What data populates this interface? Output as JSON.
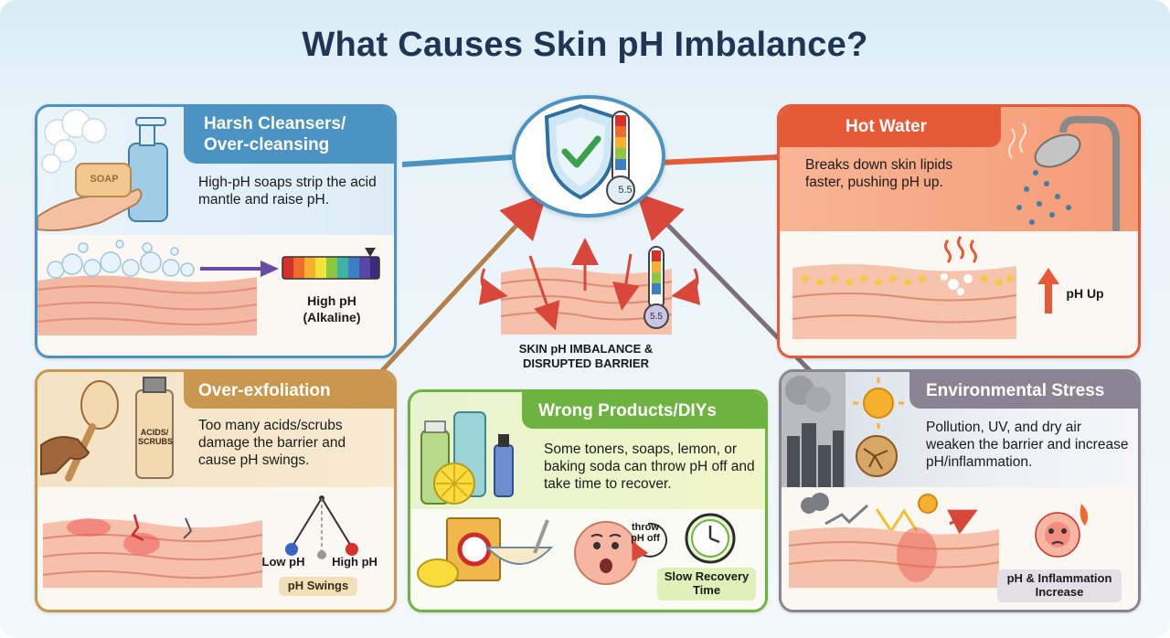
{
  "title": "What Causes Skin pH Imbalance?",
  "center": {
    "meter_value": "5.5",
    "skin_meter_value": "5.5",
    "caption": "SKIN pH IMBALANCE & DISRUPTED BARRIER"
  },
  "panels": {
    "harsh": {
      "heading": "Harsh Cleansers/ Over-cleansing",
      "body": "High-pH soaps strip the acid mantle and raise pH.",
      "soap_label": "SOAP",
      "result": "High pH (Alkaline)",
      "color": "#4a93c2"
    },
    "hot": {
      "heading": "Hot Water",
      "body": "Breaks down skin lipids faster, pushing pH up.",
      "result": "pH Up",
      "color": "#e55a37"
    },
    "exfol": {
      "heading": "Over-exfoliation",
      "body": "Too many acids/scrubs damage the barrier and cause pH swings.",
      "bottle_label": "ACIDS/ SCRUBS",
      "low": "Low pH",
      "high": "High pH",
      "swings": "pH Swings",
      "color": "#c9974e"
    },
    "wrong": {
      "heading": "Wrong Products/DIYs",
      "body": "Some toners, soaps, lemon, or baking soda can throw pH off and take time to recover.",
      "bubble": "throw pH off",
      "recovery": "Slow Recovery Time",
      "color": "#6db33f"
    },
    "env": {
      "heading": "Environmental Stress",
      "body": "Pollution, UV, and dry air weaken the barrier and increase pH/inflammation.",
      "result": "pH & Inflammation Increase",
      "color": "#8a8492"
    }
  }
}
